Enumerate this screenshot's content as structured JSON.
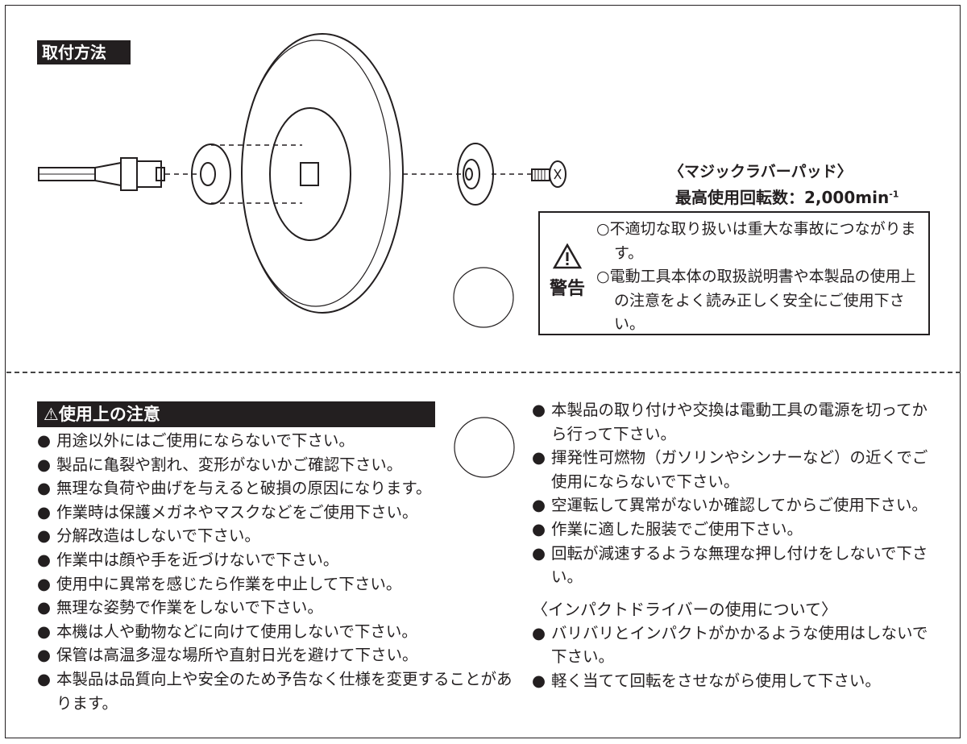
{
  "mounting": {
    "title": "取付方法"
  },
  "product": {
    "name": "〈マジックラバーパッド〉",
    "rpm_label": "最高使用回転数：2,000min",
    "rpm_sup": "-1"
  },
  "warning": {
    "label": "警告",
    "lines": [
      "○不適切な取り扱いは重大な事故につながります。",
      "○電動工具本体の取扱説明書や本製品の使用上の注意をよく読み正しく安全にご使用下さい。"
    ]
  },
  "caution": {
    "title": "⚠使用上の注意",
    "bullet": "●",
    "left_items": [
      "用途以外にはご使用にならないで下さい。",
      "製品に亀裂や割れ、変形がないかご確認下さい。",
      "無理な負荷や曲げを与えると破損の原因になります。",
      "作業時は保護メガネやマスクなどをご使用下さい。",
      "分解改造はしないで下さい。",
      "作業中は顔や手を近づけないで下さい。",
      "使用中に異常を感じたら作業を中止して下さい。",
      "無理な姿勢で作業をしないで下さい。",
      "本機は人や動物などに向けて使用しないで下さい。",
      "保管は高温多湿な場所や直射日光を避けて下さい。",
      "本製品は品質向上や安全のため予告なく仕様を変更することがあります。"
    ],
    "right_items": [
      "本製品の取り付けや交換は電動工具の電源を切ってから行って下さい。",
      "揮発性可燃物（ガソリンやシンナーなど）の近くでご使用にならないで下さい。",
      "空運転して異常がないか確認してからご使用下さい。",
      "作業に適した服装でご使用下さい。",
      "回転が減速するような無理な押し付けをしないで下さい。"
    ],
    "impact_heading": "〈インパクトドライバーの使用について〉",
    "impact_items": [
      "バリバリとインパクトがかかるような使用はしないで下さい。",
      "軽く当てて回転をさせながら使用して下さい。"
    ]
  }
}
